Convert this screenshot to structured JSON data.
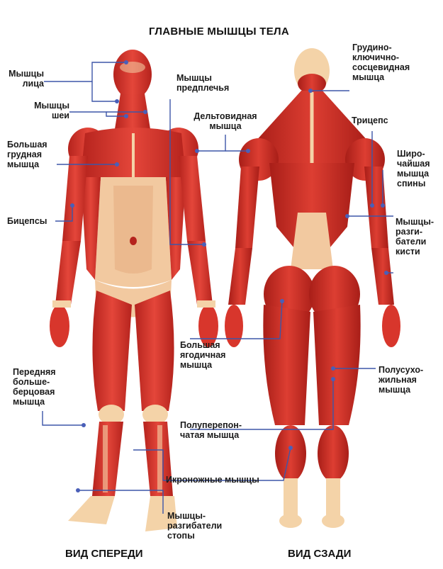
{
  "title": "ГЛАВНЫЕ МЫШЦЫ ТЕЛА",
  "views": {
    "front": "ВИД СПЕРЕДИ",
    "back": "ВИД СЗАДИ"
  },
  "labels": {
    "face": "Мышцы\nлица",
    "neck": "Мышцы\nшеи",
    "pectoralis": "Большая\nгрудная\nмышца",
    "biceps": "Бицепсы",
    "forearm": "Мышцы\nпредплечья",
    "deltoid": "Дельтовидная\nмышца",
    "tibialis": "Передняя\nбольше-\nберцовая\nмышца",
    "gluteus": "Большая\nягодичная\nмышца",
    "peroneus": "Полуперепон-\nчатая мышца",
    "calf": "Икроножные мышцы",
    "foot_extensors": "Мышцы-\nразгибатели\nстопы",
    "sternocleido": "Грудино-\nключично-\nсосцевидная\nмышца",
    "triceps": "Трицепс",
    "latissimus": "Широ-\nчайшая\nмышца\nспины",
    "wrist_extensors": "Мышцы-\nразги-\nбатели\nкисти",
    "semitendinosus": "Полусухо-\nжильная\nмышца"
  },
  "colors": {
    "muscle": "#d8362c",
    "muscle_dark": "#b5231d",
    "tendon": "#f4d3a8",
    "skin_light": "#f7e2c3",
    "leader_line": "#3d56a8",
    "marker": "#4a5fb8"
  }
}
